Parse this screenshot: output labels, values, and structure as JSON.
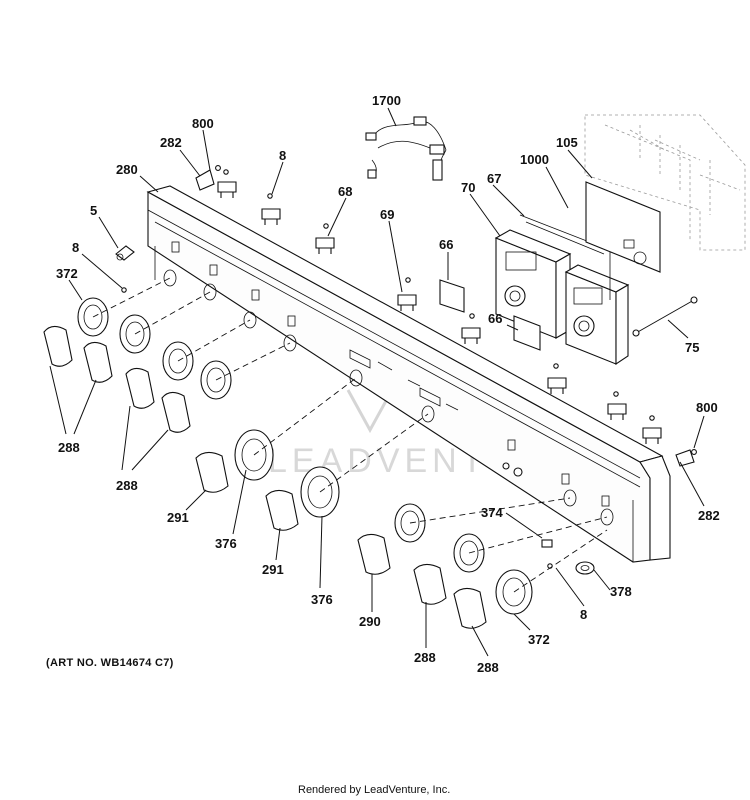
{
  "labels": {
    "p1700": "1700",
    "p800_top": "800",
    "p282_top": "282",
    "p8_top": "8",
    "p280": "280",
    "p68": "68",
    "p1000": "1000",
    "p105": "105",
    "p67": "67",
    "p70": "70",
    "p5": "5",
    "p69": "69",
    "p66_a": "66",
    "p8_left": "8",
    "p372_left": "372",
    "p66_b": "66",
    "p75": "75",
    "p288_a": "288",
    "p800_right": "800",
    "p288_b": "288",
    "p291_a": "291",
    "p376_a": "376",
    "p374": "374",
    "p282_right": "282",
    "p291_b": "291",
    "p376_b": "376",
    "p378": "378",
    "p8_right": "8",
    "p290": "290",
    "p372_right": "372",
    "p288_c": "288",
    "p288_d": "288"
  },
  "art_number": "(ART NO. WB14674 C7)",
  "watermark": "LEADVENTURE",
  "footer": "Rendered by LeadVenture, Inc."
}
